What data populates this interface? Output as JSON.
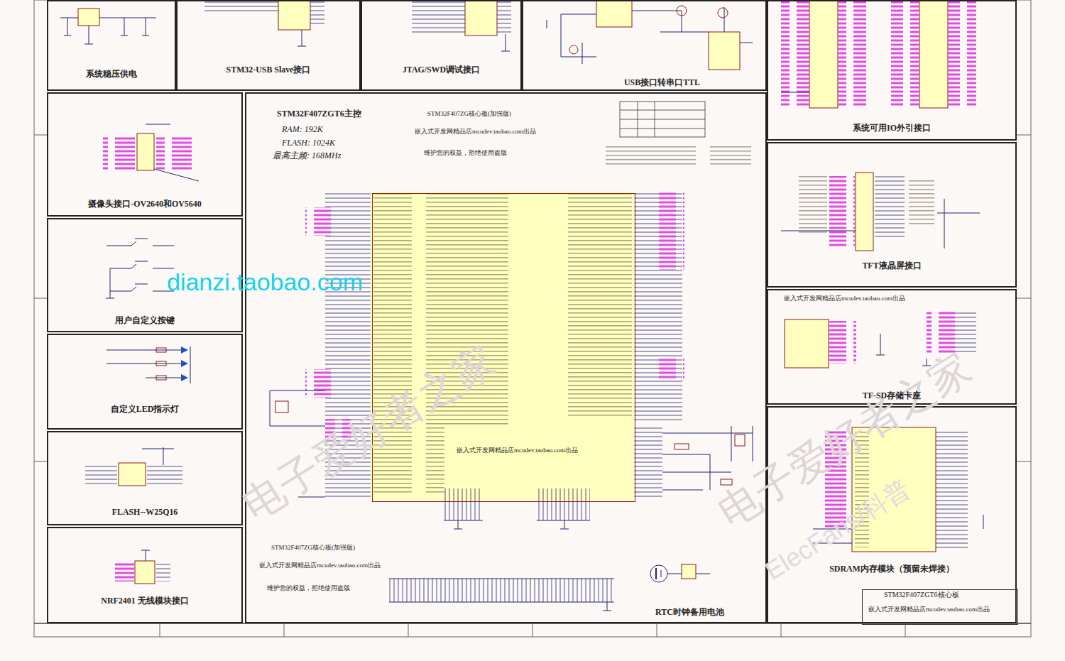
{
  "diagram": {
    "nodes": [
      {
        "text": [
          "系统稳压供电"
        ]
      },
      {
        "text": [
          "STM32-USB Slave接口"
        ]
      },
      {
        "text": [
          "JTAG/SWD调试接口"
        ]
      },
      {
        "text": [
          "USB接口转串口TTL"
        ]
      },
      {
        "text": [
          "系统可用IO外引接口"
        ]
      },
      {
        "text": [
          "摄像头接口-OV2640和OV5640"
        ]
      },
      {
        "text": [
          "用户自定义按键"
        ]
      },
      {
        "text": [
          "自定义LED指示灯"
        ]
      },
      {
        "text": [
          "FLASH--W25Q16"
        ]
      },
      {
        "text": [
          "NRF2401 无线模块接口"
        ]
      },
      {
        "text": [
          "STM32F407ZGT6主控",
          "RAM: 192K",
          "FLASH: 1024K",
          "最高主频: 168MHz"
        ]
      },
      {
        "text": [
          "嵌入式开发网精品店mcudev.taobao.com出品"
        ],
        "in": 10
      },
      {
        "text": [
          "TFT液晶屏接口"
        ]
      },
      {
        "text": [
          "嵌入式开发网精品店mcudev.taobao.com出品",
          "TF-SD存储卡座"
        ]
      },
      {
        "text": [
          "SDRAM内存模块（预留未焊接）"
        ]
      },
      {
        "text": [
          "STM32F407ZGT6核心板",
          "嵌入式开发网精品店mcudev.taobao.com出品"
        ],
        "in": 14
      }
    ],
    "labels": [
      "STM32F407ZG核心板(加强版)",
      "嵌入式开发网精品店mcudev.taobao.com出品",
      "维护您的权益，拒绝使用盗版",
      "STM32F407ZG核心板(加强版)",
      "嵌入式开发网精品店mcudev.taobao.com出品",
      "维护您的权益，拒绝使用盗版",
      "RTC时钟备用电池",
      "dianzi.taobao.com",
      "电子爱好者之家",
      "电子爱好者之家",
      "ElecFans/科普"
    ]
  }
}
